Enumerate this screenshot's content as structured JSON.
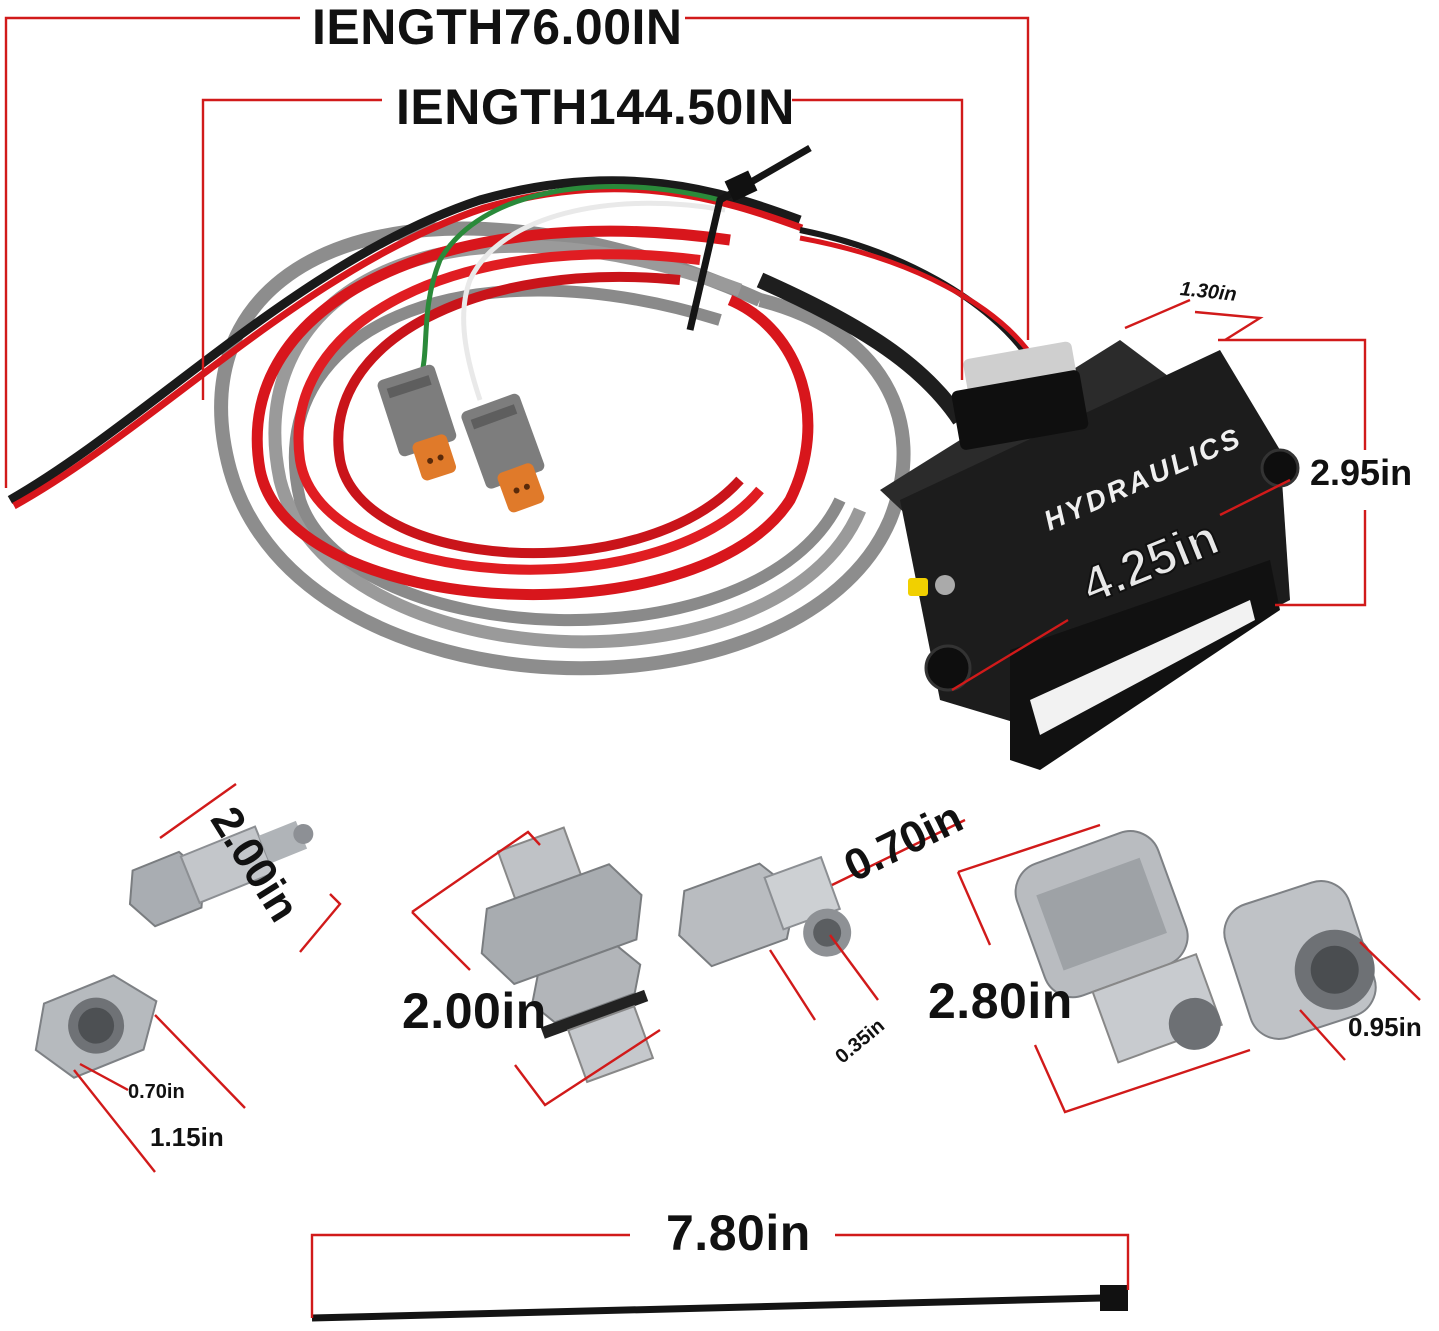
{
  "colors": {
    "dimension_line": "#d11a1a",
    "wire_red": "#d8161c",
    "wire_gray": "#8a8a8a",
    "wire_black": "#1a1a1a",
    "wire_green": "#2a8a3a",
    "connector_gray": "#7d7d7d",
    "connector_orange": "#e07a2a",
    "control_box": "#1c1c1c",
    "steel": "#b9bcc0",
    "indicator_yellow": "#f1d000"
  },
  "labels": {
    "length_outer": "IENGTH76.00IN",
    "length_inner": "IENGTH144.50IN",
    "box_depth": "1.30in",
    "box_height": "2.95in",
    "box_width": "4.25in",
    "box_brand": "HYDRAULICS",
    "plug_length": "2.00in",
    "nut_inner": "0.70in",
    "nut_outer": "1.15in",
    "union_length": "2.00in",
    "adapter_outer": "0.70in",
    "adapter_inner": "0.35in",
    "coupler_length": "2.80in",
    "coupler_diameter": "0.95in",
    "tie_length": "7.80in"
  }
}
